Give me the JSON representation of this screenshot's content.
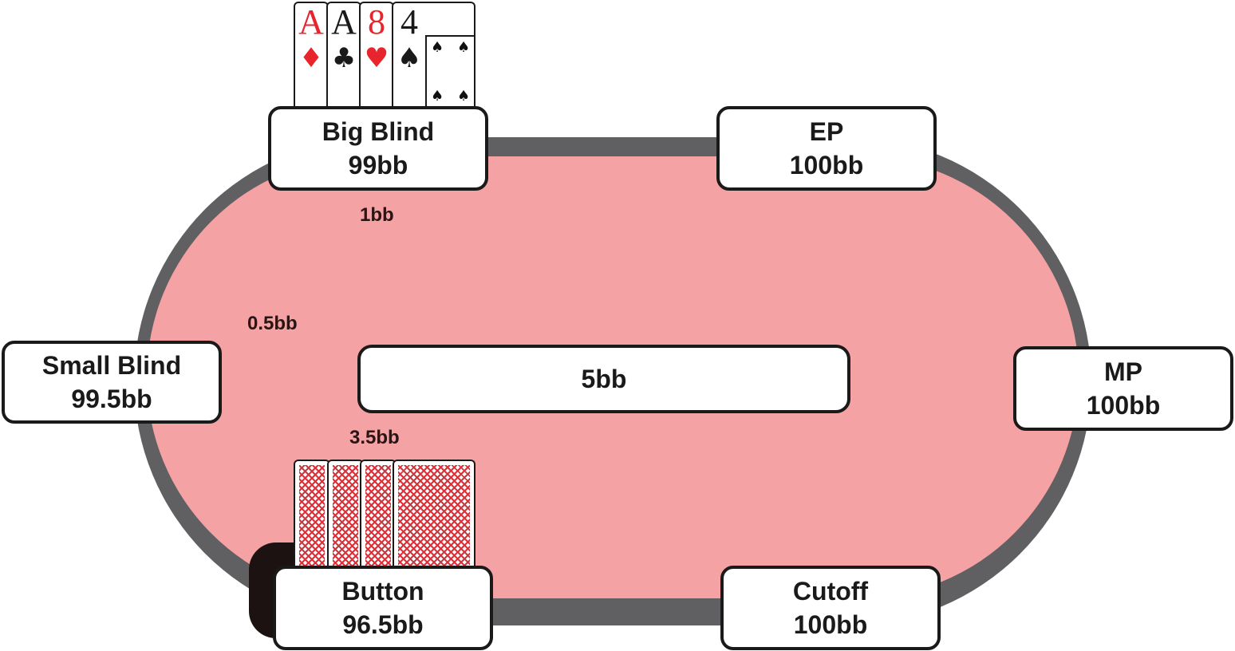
{
  "colors": {
    "felt": "#f4a2a4",
    "rail": "#606062",
    "red_suit": "#e8242c",
    "black_suit": "#1a1a1a",
    "card_back": "#d8323a",
    "dealer_button": "#1d1212"
  },
  "seats": {
    "big_blind": {
      "name": "Big Blind",
      "stack": "99bb"
    },
    "ep": {
      "name": "EP",
      "stack": "100bb"
    },
    "small_blind": {
      "name": "Small Blind",
      "stack": "99.5bb"
    },
    "mp": {
      "name": "MP",
      "stack": "100bb"
    },
    "button": {
      "name": "Button",
      "stack": "96.5bb"
    },
    "cutoff": {
      "name": "Cutoff",
      "stack": "100bb"
    }
  },
  "bets": {
    "big_blind": "1bb",
    "small_blind": "0.5bb",
    "button": "3.5bb"
  },
  "pot": "5bb",
  "hero_cards": [
    {
      "rank": "A",
      "suit": "♦",
      "color": "red"
    },
    {
      "rank": "A",
      "suit": "♣",
      "color": "black"
    },
    {
      "rank": "8",
      "suit": "♥",
      "color": "red"
    },
    {
      "rank": "4",
      "suit": "♠",
      "color": "black"
    }
  ],
  "hero_cards_pips": "♠",
  "button_face_down_cards": 4
}
